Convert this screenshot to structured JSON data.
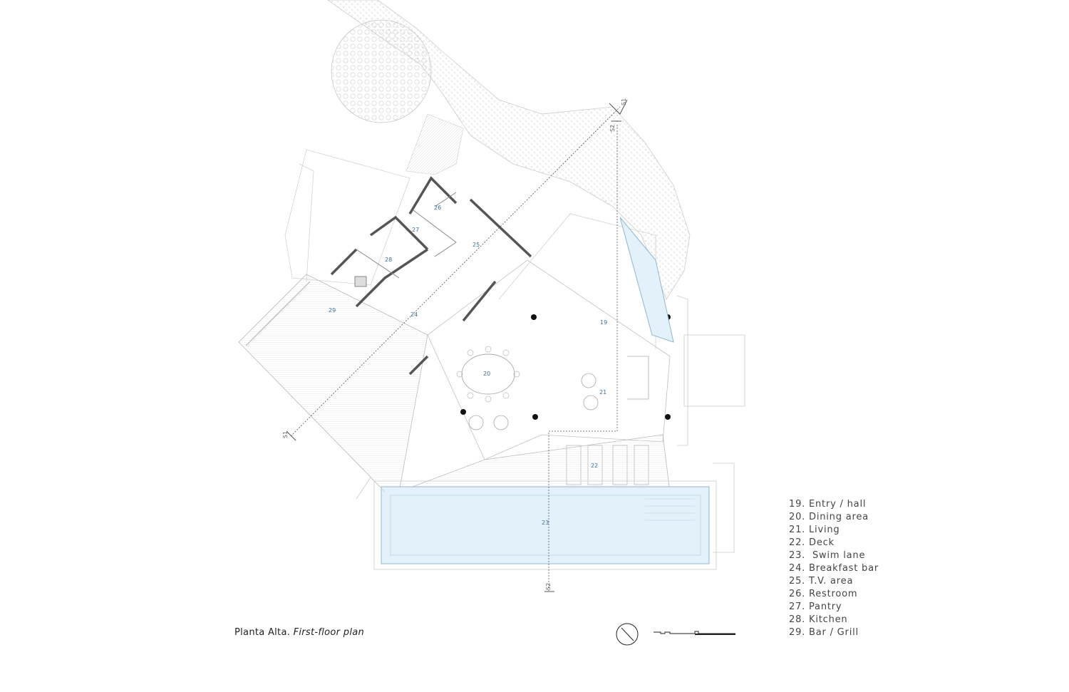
{
  "caption": {
    "main": "Planta Alta.",
    "sub": "First-floor plan"
  },
  "sections": {
    "s1": "S1",
    "s2": "S2"
  },
  "rooms": [
    {
      "num": "19",
      "label": "Entry / hall"
    },
    {
      "num": "20",
      "label": "Dining area"
    },
    {
      "num": "21",
      "label": "Living"
    },
    {
      "num": "22",
      "label": "Deck"
    },
    {
      "num": "23",
      "label": " Swim lane"
    },
    {
      "num": "24",
      "label": "Breakfast bar"
    },
    {
      "num": "25",
      "label": "T.V. area"
    },
    {
      "num": "26",
      "label": "Restroom"
    },
    {
      "num": "27",
      "label": "Pantry"
    },
    {
      "num": "28",
      "label": "Kitchen"
    },
    {
      "num": "29",
      "label": "Bar / Grill"
    }
  ],
  "legend": [
    "19. Entry / hall",
    "20. Dining area",
    "21. Living",
    "22. Deck",
    "23.  Swim lane",
    "24. Breakfast bar",
    "25. T.V. area",
    "26. Restroom",
    "27. Pantry",
    "28. Kitchen",
    "29. Bar / Grill"
  ],
  "colors": {
    "water": "#e2f1fa",
    "water_edge": "#8fb8d0",
    "wall": "#555555",
    "label": "#3f6f95"
  },
  "icons": {
    "north": "north-arrow-icon",
    "scale": "scale-bar-icon"
  }
}
